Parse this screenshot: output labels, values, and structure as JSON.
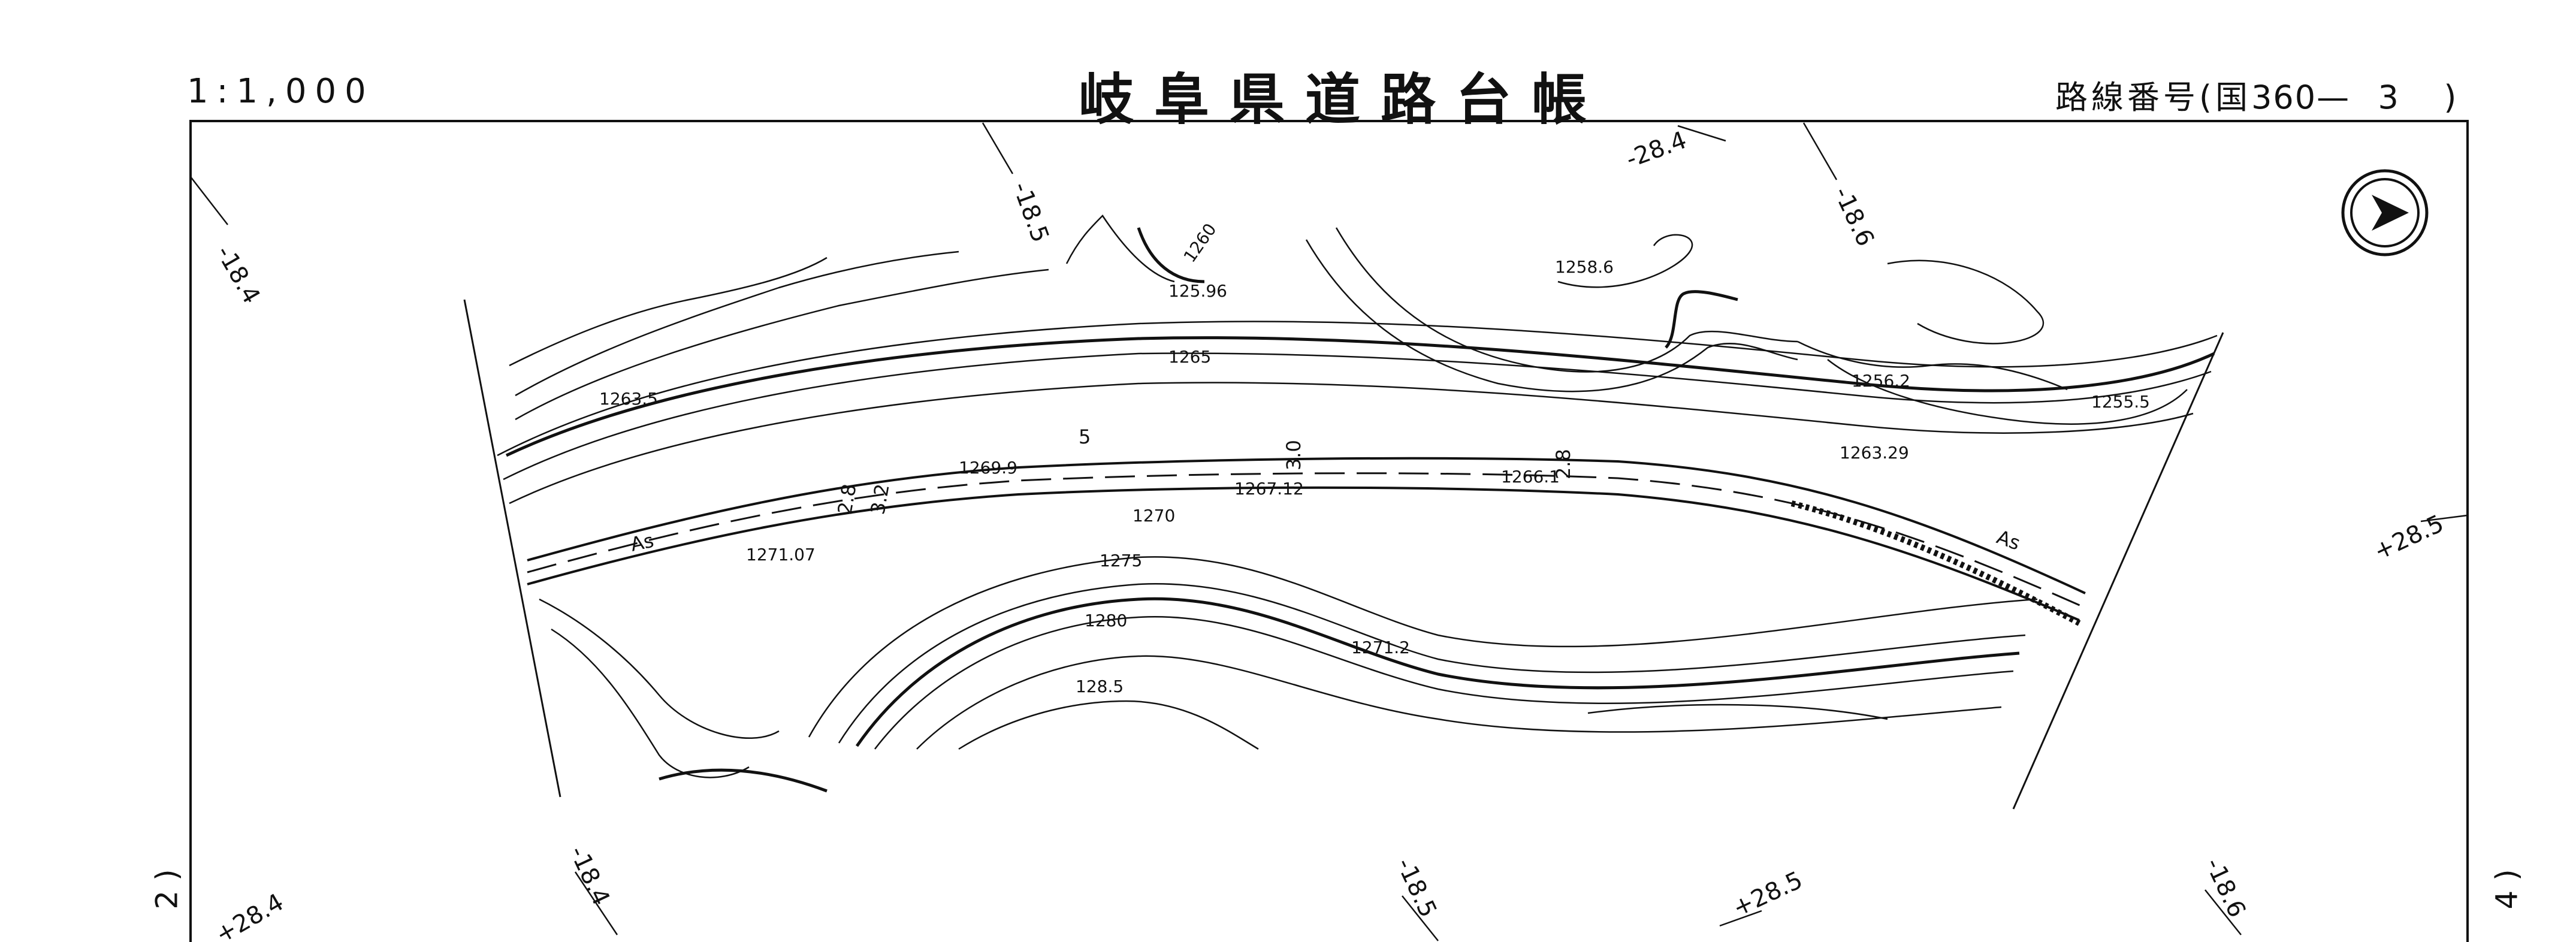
{
  "header": {
    "scale": "1:1,000",
    "title": "岐阜県道路台帳",
    "route_label": "路線番号(国",
    "route_number": "360—",
    "route_section": "3",
    "route_close": ")"
  },
  "sheet_refs": {
    "left": "2",
    "right": "4"
  },
  "grid_labels": {
    "top": [
      "-18.4",
      "-18.5",
      "-28.4",
      "-18.6"
    ],
    "bottom": [
      "-18.4",
      "+28.4",
      "-18.5",
      "+28.5",
      "-18.6"
    ],
    "right": [
      "+28.5"
    ]
  },
  "elevations": [
    "1263.5",
    "125.96",
    "1260",
    "1258.6",
    "1256.2",
    "1255.5",
    "1263.29",
    "1269.9",
    "1267.12",
    "1266.1",
    "1271.07",
    "1271.2",
    "1265",
    "1270",
    "1275",
    "1280",
    "128.5"
  ],
  "road_marks": [
    "As",
    "As",
    "5",
    "3.0",
    "3.2",
    "2.8",
    "2.8"
  ],
  "north_arrow": "north-arrow"
}
